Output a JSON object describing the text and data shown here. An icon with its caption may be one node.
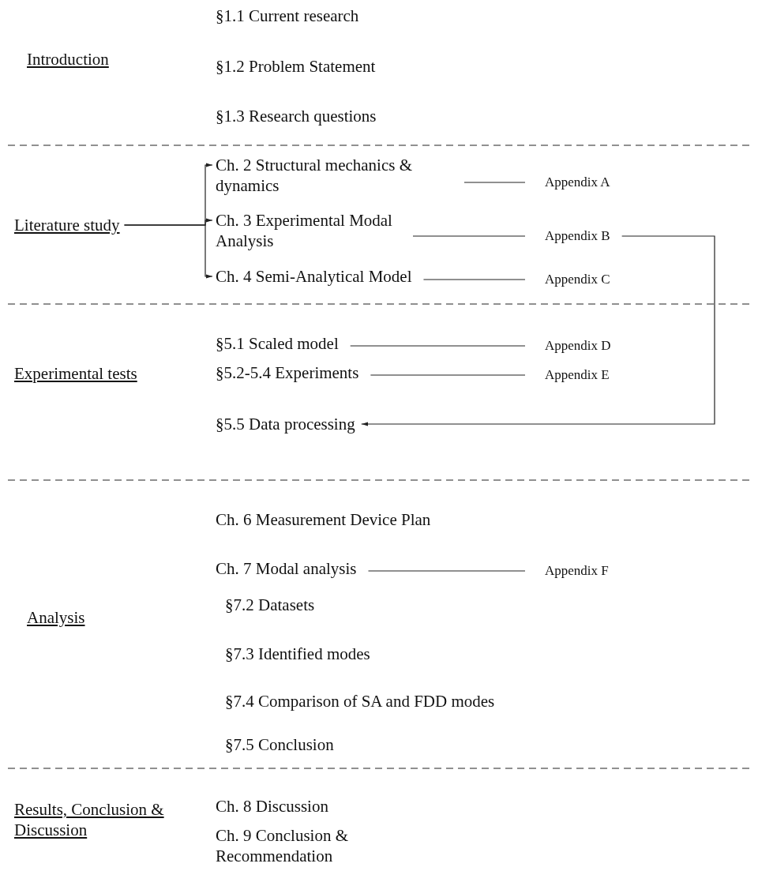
{
  "diagram": {
    "nodes": [
      {
        "text": [
          "Literature study"
        ]
      },
      {
        "text": [
          "Ch. 2 Structural mechanics & dynamics"
        ]
      },
      {
        "text": [
          "Appendix A"
        ]
      },
      {
        "text": [
          "Ch. 3 Experimental Modal Analysis"
        ]
      },
      {
        "text": [
          "Appendix B"
        ]
      },
      {
        "text": [
          "Ch. 4 Semi-Analytical Model"
        ]
      },
      {
        "text": [
          "Appendix C"
        ]
      },
      {
        "text": [
          "§5.1 Scaled model"
        ]
      },
      {
        "text": [
          "Appendix D"
        ]
      },
      {
        "text": [
          "§5.2-5.4 Experiments"
        ]
      },
      {
        "text": [
          "Appendix E"
        ]
      },
      {
        "text": [
          "§5.5 Data processing"
        ]
      },
      {
        "text": [
          "Ch. 7 Modal analysis"
        ]
      },
      {
        "text": [
          "Appendix F"
        ]
      }
    ],
    "edges": [
      {
        "from": 0,
        "to": 1,
        "arrow": "to"
      },
      {
        "from": 0,
        "to": 3,
        "arrow": "to"
      },
      {
        "from": 0,
        "to": 5,
        "arrow": "to"
      },
      {
        "from": 1,
        "to": 2,
        "arrow": "none"
      },
      {
        "from": 3,
        "to": 4,
        "arrow": "none"
      },
      {
        "from": 5,
        "to": 6,
        "arrow": "none"
      },
      {
        "from": 4,
        "to": 11,
        "arrow": "to"
      },
      {
        "from": 7,
        "to": 8,
        "arrow": "none"
      },
      {
        "from": 9,
        "to": 10,
        "arrow": "none"
      },
      {
        "from": 12,
        "to": 13,
        "arrow": "none"
      }
    ],
    "labels": [
      "§1.1 Current research",
      "Introduction",
      "§1.2 Problem Statement",
      "§1.3 Research questions",
      "Experimental tests",
      "Ch. 6 Measurement Device Plan",
      "Analysis",
      "§7.2 Datasets",
      "§7.3 Identified modes",
      "§7.4 Comparison of SA and FDD modes",
      "§7.5 Conclusion",
      "Results, Conclusion & Discussion",
      "Ch. 8 Discussion",
      "Ch. 9 Conclusion & Recommendation"
    ]
  }
}
